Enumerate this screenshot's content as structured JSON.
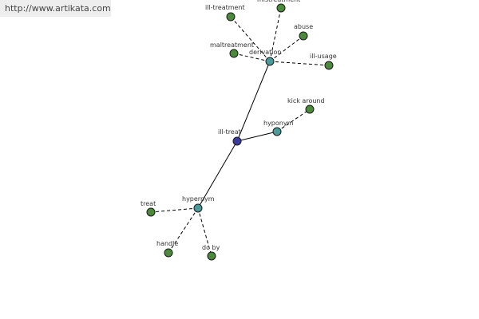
{
  "watermark": "http://www.artikata.com",
  "graph": {
    "center": "ill-treat",
    "relations": [
      {
        "name": "derivation",
        "words": [
          "ill-treatment",
          "mistreatment",
          "abuse",
          "maltreatment",
          "ill-usage"
        ]
      },
      {
        "name": "hyponym",
        "words": [
          "kick around"
        ]
      },
      {
        "name": "hypernym",
        "words": [
          "treat",
          "handle",
          "do by"
        ]
      }
    ]
  },
  "colors": {
    "center_node": "#3a3aa0",
    "relation_node": "#4a9a9a",
    "word_node": "#4a8a3a",
    "watermark_bg": "#eeeeee"
  }
}
